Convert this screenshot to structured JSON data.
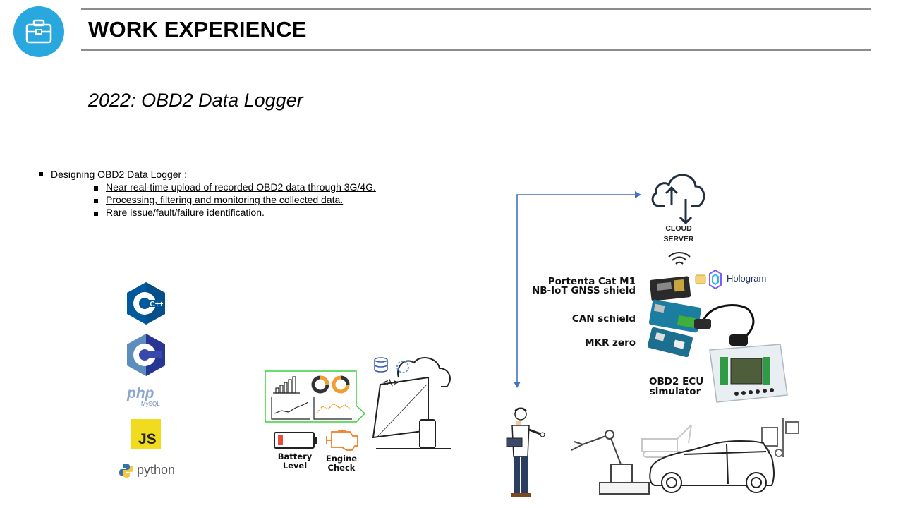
{
  "header": {
    "title": "WORK EXPERIENCE",
    "icon": "briefcase-icon",
    "accent": "#29a7df"
  },
  "subtitle": "2022: OBD2 Data Logger",
  "bullets": {
    "main": "Designing OBD2 Data Logger :",
    "sub": [
      "Near real-time upload of recorded OBD2 data through 3G/4G.",
      "Processing, filtering and monitoring the collected data.",
      "Rare issue/fault/failure identification."
    ]
  },
  "tech_logos": {
    "cpp": "C++",
    "c": "C",
    "php": "php",
    "mysql": "MySQL",
    "js": "JS",
    "python": "python"
  },
  "dashboard": {
    "battery_label": "Battery Level",
    "engine_label": "Engine Check",
    "panel_border": "#3cd23c"
  },
  "diagram": {
    "cloud_label": "CLOUD SERVER",
    "hologram_label": "Hologram",
    "portenta_label_1": "Portenta Cat M1",
    "portenta_label_2": "NB-IoT GNSS shield",
    "can_label": "CAN schield",
    "mkr_label": "MKR zero",
    "ecu_label_1": "OBD2 ECU",
    "ecu_label_2": "simulator",
    "arrow_color": "#4472c4"
  }
}
